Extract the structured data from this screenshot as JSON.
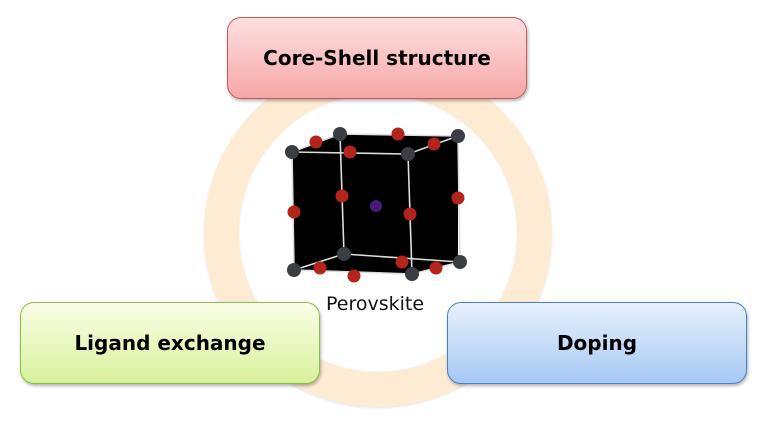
{
  "diagram": {
    "center_label": "Perovskite",
    "center_image": "perovskite-crystal-structure",
    "nodes": [
      {
        "id": "core-shell",
        "label": "Core-Shell structure",
        "color": "#f7a6a7"
      },
      {
        "id": "ligand-exchange",
        "label": "Ligand exchange",
        "color": "#d8f29c"
      },
      {
        "id": "doping",
        "label": "Doping",
        "color": "#a7c9f4"
      }
    ],
    "ring_color": "#fdebd4"
  }
}
